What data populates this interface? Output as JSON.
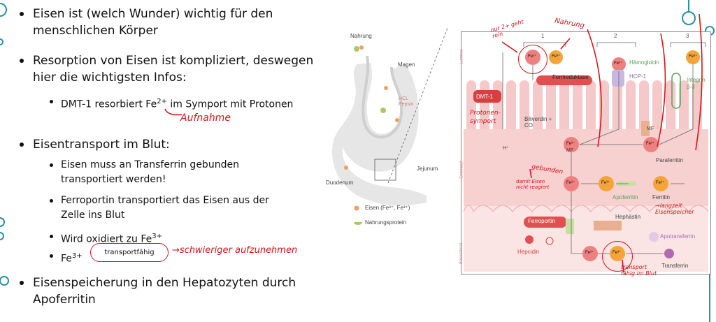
{
  "bullets": {
    "b1": "Eisen ist (welch Wunder) wichtig für den menschlichen Körper",
    "b2": "Resorption von Eisen ist kompliziert, deswegen hier die wichtigsten Infos:",
    "b2_sub1_pre": "DMT-1 resorbiert Fe",
    "b2_sub1_sup": "2+",
    "b2_sub1_post": " im Symport mit Protonen",
    "b3": "Eisentransport im Blut:",
    "b3_sub1": "Eisen muss an Transferrin gebunden transportiert werden!",
    "b3_sub2": "Ferroportin transportiert das Eisen aus der Zelle ins Blut",
    "b3_sub3_pre": "Wird oxidiert zu Fe",
    "b3_sub3_sup": "3+",
    "b3_sub4_pre": "Fe",
    "b3_sub4_sup": "3+",
    "b3_sub4_box": "transportfähig",
    "b4": "Eisenspeicherung in den Hepatozyten durch Apoferritin"
  },
  "handwriting": {
    "aufnahme": "Aufnahme",
    "schwieriger": "→schwieriger aufzunehmen",
    "nur2": "nur 2+ geht rein",
    "nahrung": "Nahrung",
    "protonen": "Protonen- symport",
    "gebunden": "gebunden",
    "damit": "damit Eisen nicht reagiert",
    "langzeit": "→langzeit Eisenspeicher",
    "transport": "transport fähig im Blut"
  },
  "stomach": {
    "nahrung": "Nahrung",
    "magen": "Magen",
    "hcl": "HCL Pepsin",
    "jejunum": "Jejunum",
    "duodenum": "Duodenum",
    "legend_iron": "Eisen (Fe²⁺, Fe³⁺)",
    "legend_protein": "Nahrungsprotein"
  },
  "cell": {
    "n1": "1",
    "n2": "2",
    "n3": "3",
    "luminal": "Luminal",
    "enterozyt": "Enterozyt",
    "basolateral": "Basolateral",
    "fe2": "Fe²⁺",
    "fe3": "Fe³⁺",
    "ferrireduktase": "Ferrireduktase",
    "haemoglobin": "Hämoglobin",
    "hcp1": "HCP-1",
    "integrin": "Integrin β-3",
    "dmt1": "DMT-1",
    "biliverdin": "Biliverdin + CO",
    "hplus": "H⁺",
    "mf": "MF",
    "paraferritin": "Paraferritin",
    "apoferritin": "Apoferritin",
    "ferritin": "Ferritin",
    "ferroportin": "Ferroportin",
    "hephaestin": "Hephästin",
    "apotransferrin": "Apotransferrin",
    "hepcidin": "Hepcidin",
    "transferrin": "Transferrin"
  },
  "colors": {
    "ink": "#d8141b",
    "teal": "#2b8fa3",
    "fe": "#f5a43a",
    "cell": "#f9d6d6"
  }
}
